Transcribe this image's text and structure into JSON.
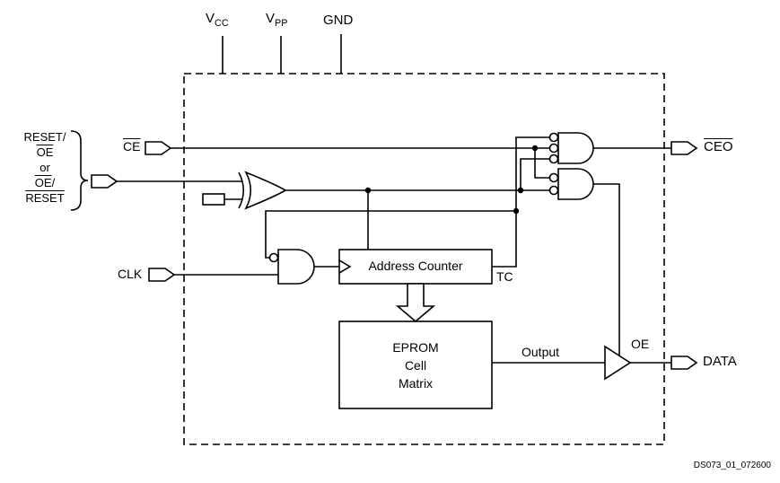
{
  "figure": {
    "watermark": "DS073_01_072600"
  },
  "power": {
    "vcc_base": "V",
    "vcc_sub": "CC",
    "vpp_base": "V",
    "vpp_sub": "PP",
    "gnd": "GND"
  },
  "reset_oe": {
    "line1": "RESET/",
    "line2": "OE",
    "line3": "or",
    "line4_main": "OE",
    "line4_slash": "/",
    "line5": "RESET"
  },
  "pins": {
    "ce": "CE",
    "clk": "CLK",
    "ceo": "CEO",
    "data": "DATA"
  },
  "blocks": {
    "address_counter": "Address Counter",
    "eprom1": "EPROM",
    "eprom2": "Cell",
    "eprom3": "Matrix"
  },
  "signals": {
    "tc": "TC",
    "output": "Output",
    "oe": "OE"
  },
  "colors": {
    "line": "#000000",
    "background": "#ffffff"
  }
}
